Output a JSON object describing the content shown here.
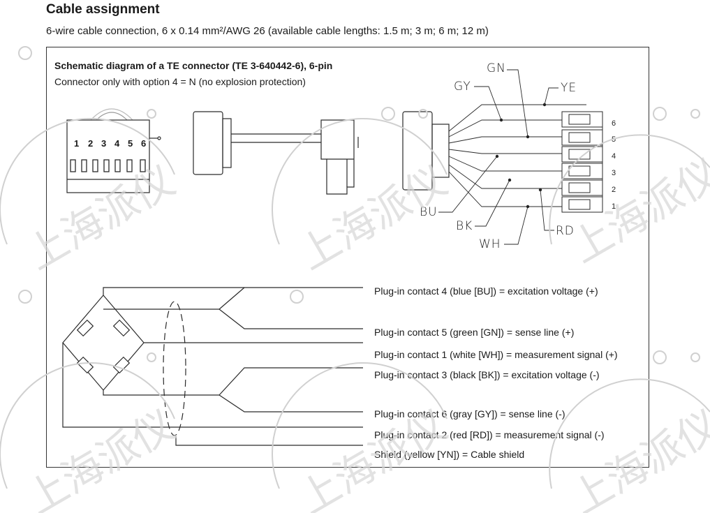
{
  "header": {
    "title": "Cable assignment",
    "subtitle": "6-wire cable connection, 6 x 0.14 mm²/AWG 26 (available cable lengths: 1.5 m; 3 m; 6 m; 12 m)"
  },
  "diagram": {
    "title": "Schematic diagram of a TE connector (TE 3-640442-6), 6-pin",
    "note": "Connector only with option 4 = N (no explosion protection)",
    "pin_numbers": [
      "1",
      "2",
      "3",
      "4",
      "5",
      "6"
    ],
    "wire_codes": {
      "gn": "GN",
      "gy": "GY",
      "ye": "YE",
      "bu": "BU",
      "bk": "BK",
      "wh": "WH",
      "rd": "RD"
    },
    "slot_numbers": [
      "6",
      "5",
      "4",
      "3",
      "2",
      "1"
    ]
  },
  "contacts": [
    "Plug-in contact 4 (blue [BU]) = excitation voltage (+)",
    "Plug-in contact 5 (green [GN]) = sense line (+)",
    "Plug-in contact 1 (white [WH]) = measurement signal (+)",
    "Plug-in contact 3 (black [BK]) = excitation voltage (-)",
    "Plug-in contact 6 (gray [GY]) = sense line (-)",
    "Plug-in contact 2 (red [RD]) = measurement signal (-)",
    "Shield (yellow [YN]) = Cable shield"
  ],
  "watermark": {
    "text": "上海派仪",
    "color": "#d0d0d0"
  }
}
